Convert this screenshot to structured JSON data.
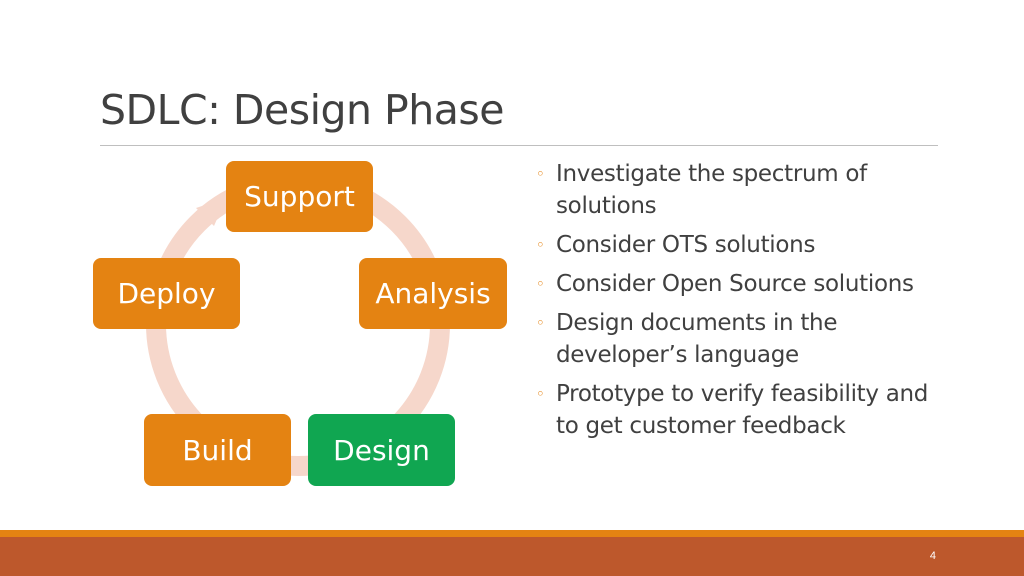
{
  "slide": {
    "title": "SDLC: Design Phase",
    "page_number": "4"
  },
  "colors": {
    "accent": "#E48312",
    "highlight": "#10A651",
    "cycle_ring": "#F6D7CB",
    "footer": "#BD582C",
    "text": "#404040"
  },
  "diagram": {
    "type": "cycle",
    "nodes": [
      {
        "label": "Support",
        "highlighted": false
      },
      {
        "label": "Analysis",
        "highlighted": false
      },
      {
        "label": "Design",
        "highlighted": true
      },
      {
        "label": "Build",
        "highlighted": false
      },
      {
        "label": "Deploy",
        "highlighted": false
      }
    ]
  },
  "bullets": [
    "Investigate the spectrum of solutions",
    "Consider OTS solutions",
    "Consider Open Source solutions",
    "Design documents in the developer’s language",
    "Prototype to verify feasibility and to get customer feedback"
  ]
}
